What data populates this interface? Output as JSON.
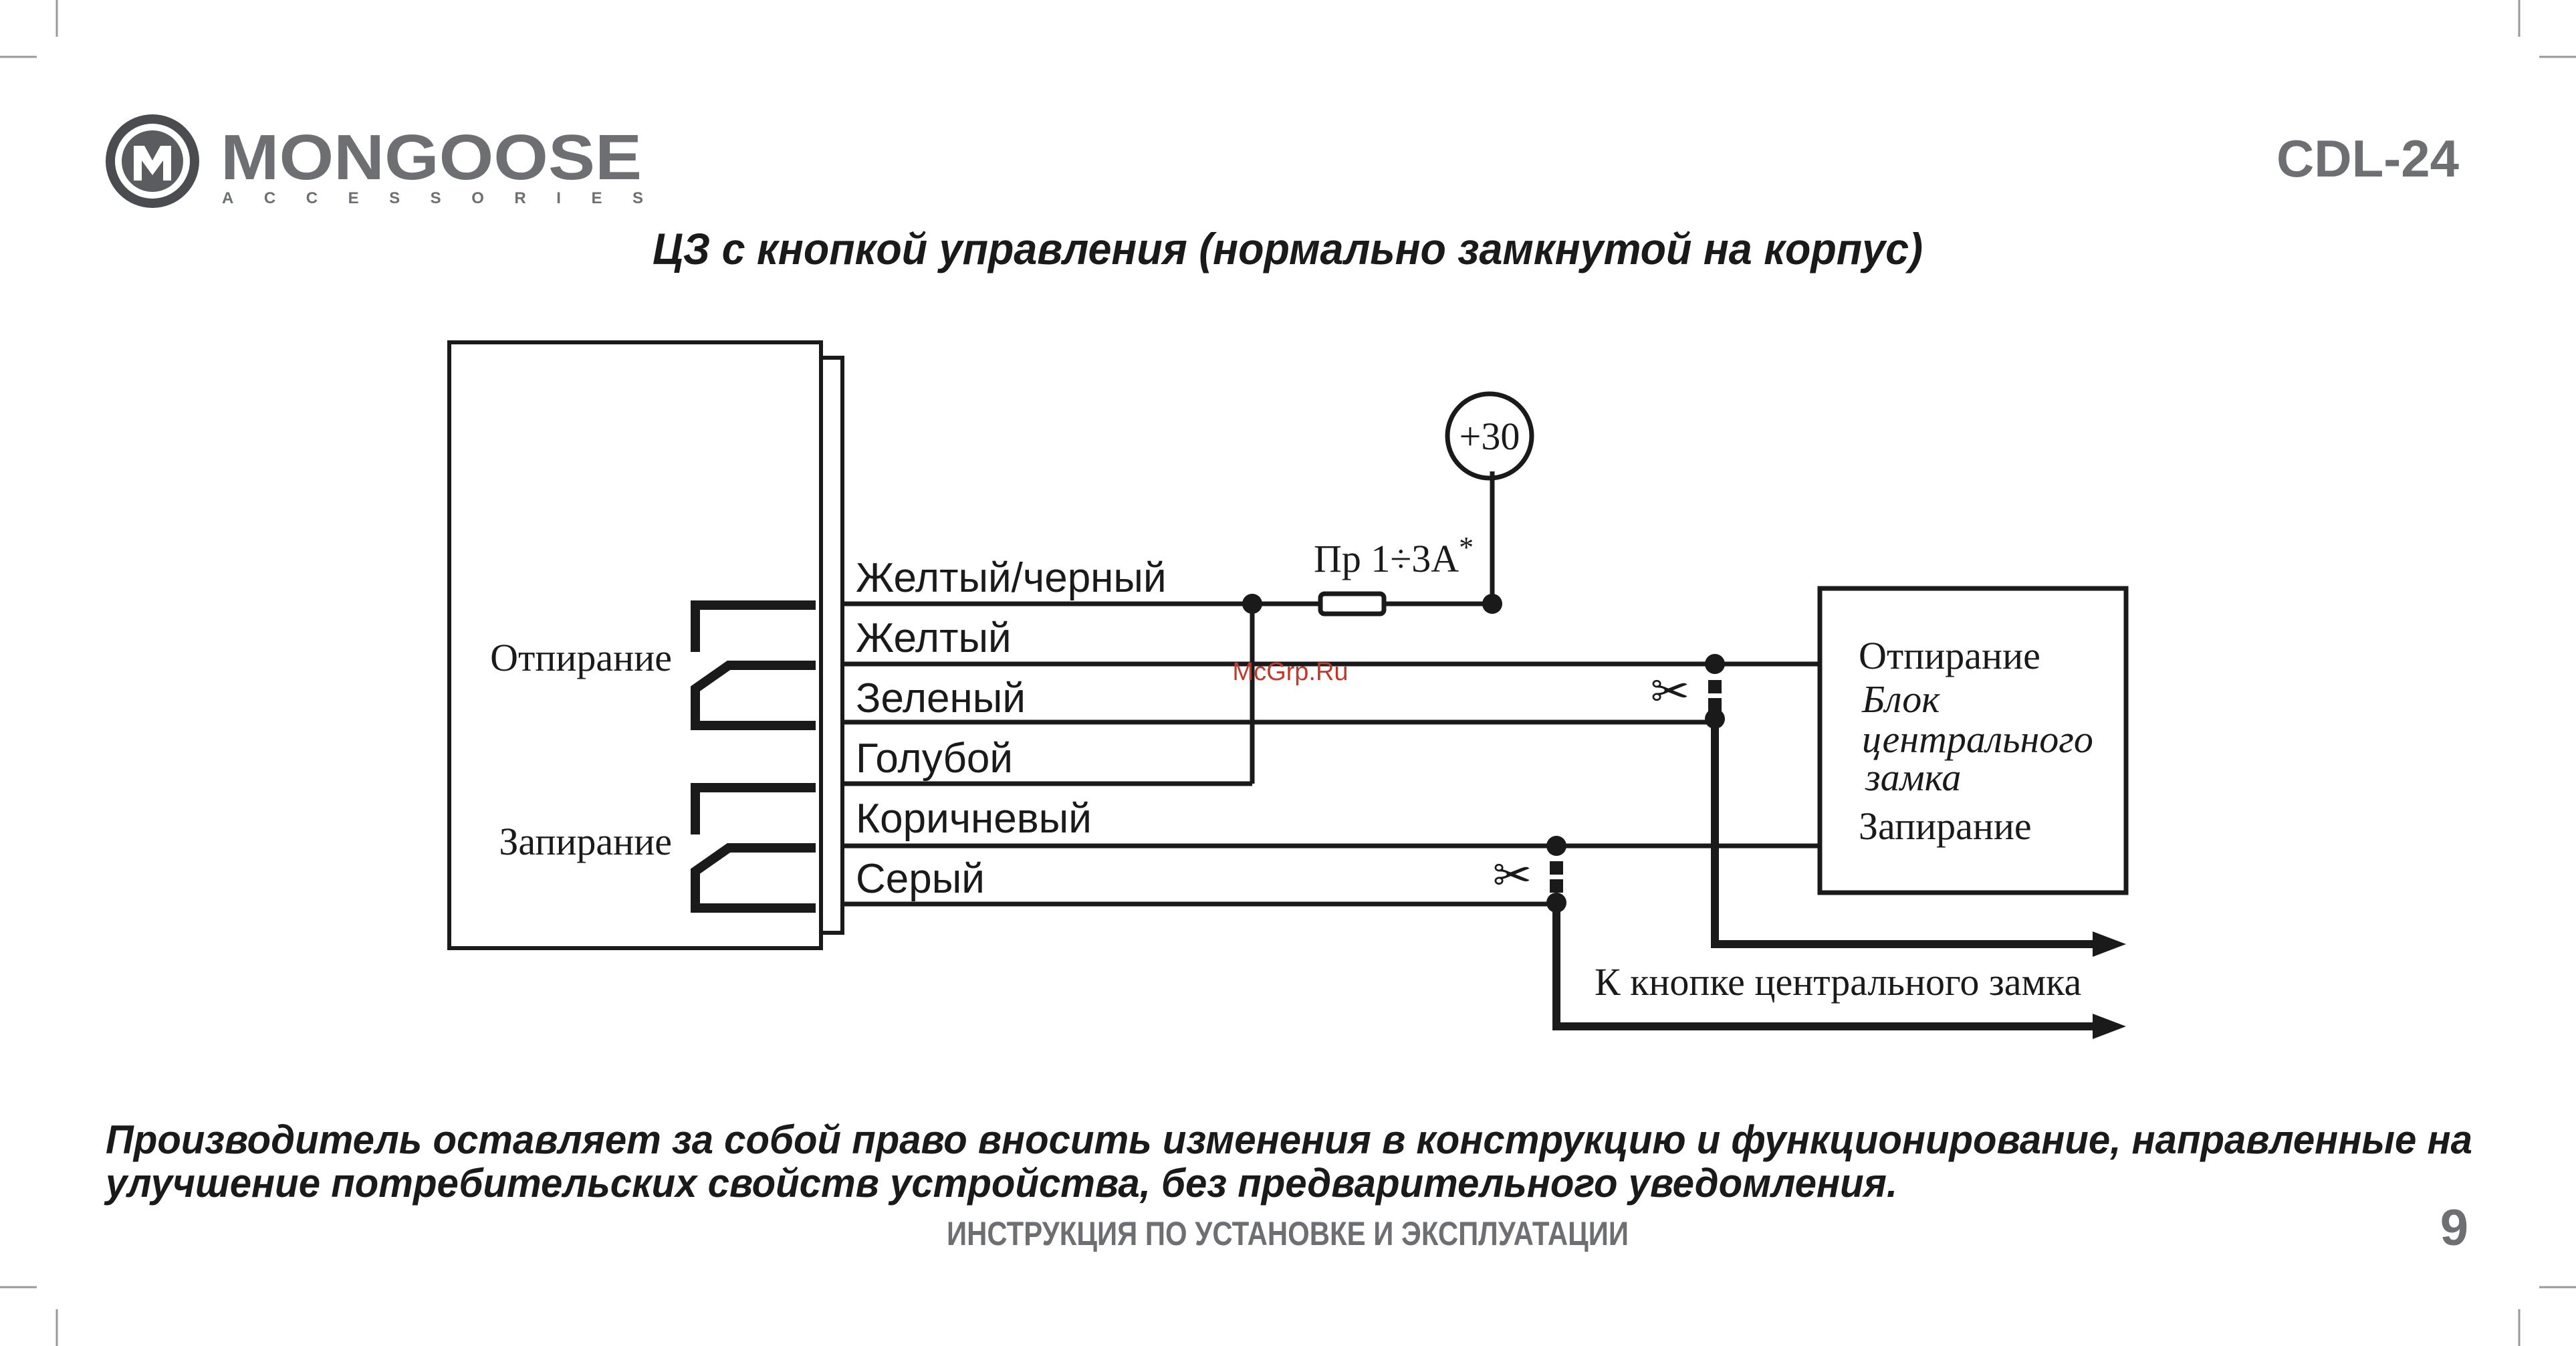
{
  "header": {
    "brand_name": "MONGOOSE",
    "brand_sub": "ACCESSORIES",
    "model": "CDL-24"
  },
  "diagram": {
    "title": "ЦЗ с кнопкой управления (нормально замкнутой на корпус)",
    "relay_unlock_label": "Отпирание",
    "relay_lock_label": "Запирание",
    "wires": [
      "Желтый/черный",
      "Желтый",
      "Зеленый",
      "Голубой",
      "Коричневый",
      "Серый"
    ],
    "power_label": "+30",
    "fuse_label": "Пр 1÷3А",
    "fuse_note_mark": "*",
    "cut_symbol": "✂",
    "lock_block": {
      "unlock": "Отпирание",
      "name_line1": "Блок",
      "name_line2": "центрального",
      "name_line3": "замка",
      "lock": "Запирание"
    },
    "button_label": "К кнопке центрального замка",
    "watermark": "McGrp.Ru"
  },
  "footer": {
    "disclaimer_line1": "Производитель оставляет за собой право вносить изменения в конструкцию и функционирование, направленные на",
    "disclaimer_line2": "улучшение потребительских свойств устройства, без предварительного уведомления.",
    "manual_title": "ИНСТРУКЦИЯ ПО УСТАНОВКЕ И ЭКСПЛУАТАЦИИ",
    "page_number": "9"
  },
  "colors": {
    "ink": "#1a1a1a",
    "logo_gray": "#6d6f72",
    "watermark_red": "#c0392b"
  }
}
